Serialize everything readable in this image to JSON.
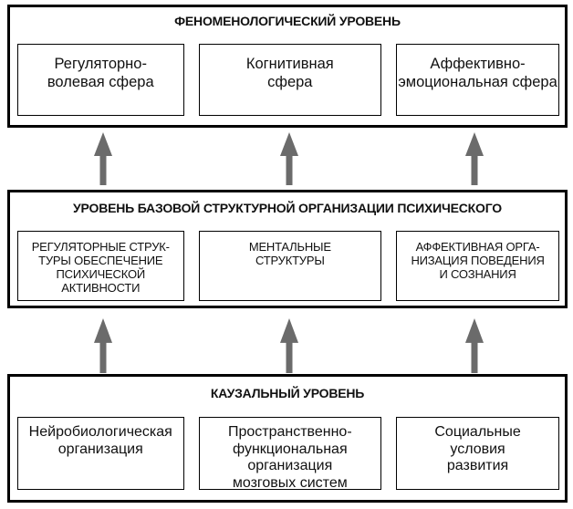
{
  "diagram": {
    "background": "#ffffff",
    "border_color": "#000000",
    "arrow_color": "#6b6b6b",
    "levels": [
      {
        "id": "phenomenological-level",
        "title": "ФЕНОМЕНОЛОГИЧЕСКИЙ УРОВЕНЬ",
        "boxes": [
          {
            "lines": [
              "Регуляторно-",
              "волевая сфера"
            ]
          },
          {
            "lines": [
              "Когнитивная",
              "сфера"
            ]
          },
          {
            "lines": [
              "Аффективно-",
              "эмоциональная сфера"
            ]
          }
        ]
      },
      {
        "id": "basic-structural-organization-level",
        "title": "УРОВЕНЬ БАЗОВОЙ СТРУКТУРНОЙ ОРГАНИЗАЦИИ ПСИХИЧЕСКОГО",
        "boxes": [
          {
            "lines": [
              "РЕГУЛЯТОРНЫЕ СТРУК-",
              "ТУРЫ ОБЕСПЕЧЕНИЕ",
              "ПСИХИЧЕСКОЙ",
              "АКТИВНОСТИ"
            ]
          },
          {
            "lines": [
              "МЕНТАЛЬНЫЕ",
              "СТРУКТУРЫ"
            ]
          },
          {
            "lines": [
              "АФФЕКТИВНАЯ ОРГА-",
              "НИЗАЦИЯ ПОВЕДЕНИЯ",
              "И СОЗНАНИЯ"
            ]
          }
        ]
      },
      {
        "id": "causal-level",
        "title": "КАУЗАЛЬНЫЙ УРОВЕНЬ",
        "boxes": [
          {
            "lines": [
              "Нейробиологическая",
              "организация"
            ]
          },
          {
            "lines": [
              "Пространственно-",
              "функциональная",
              "организация",
              "мозговых систем"
            ]
          },
          {
            "lines": [
              "Социальные",
              "условия",
              "развития"
            ]
          }
        ]
      }
    ]
  }
}
